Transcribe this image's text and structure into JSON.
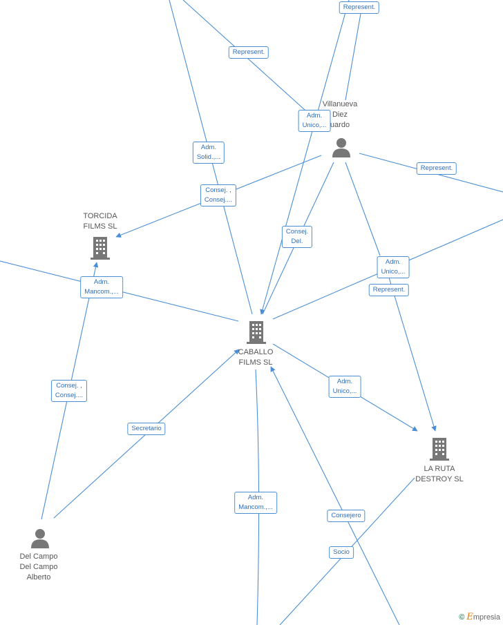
{
  "nodes": {
    "caballo": {
      "label_lines": [
        "CABALLO",
        "FILMS SL"
      ],
      "kind": "company"
    },
    "torcida": {
      "label_lines": [
        "TORCIDA",
        "FILMS SL"
      ],
      "kind": "company"
    },
    "laruta": {
      "label_lines": [
        "LA RUTA",
        "DESTROY  SL"
      ],
      "kind": "company"
    },
    "villanueva": {
      "label_lines": [
        "Villanueva",
        "Diez",
        "uardo"
      ],
      "kind": "person"
    },
    "delcampo": {
      "label_lines": [
        "Del Campo",
        "Del Campo",
        "Alberto"
      ],
      "kind": "person"
    }
  },
  "edge_labels": [
    {
      "id": "represent-top",
      "lines": [
        "Represent."
      ]
    },
    {
      "id": "represent-left",
      "lines": [
        "Represent."
      ]
    },
    {
      "id": "adm-unico-1",
      "lines": [
        "Adm.",
        "Unico,..."
      ]
    },
    {
      "id": "adm-solid",
      "lines": [
        "Adm.",
        "Solid.,..."
      ]
    },
    {
      "id": "represent-right",
      "lines": [
        "Represent."
      ]
    },
    {
      "id": "consej-consej-1",
      "lines": [
        "Consej. ,",
        "Consej...."
      ]
    },
    {
      "id": "consej-del",
      "lines": [
        "Consej.",
        "Del."
      ]
    },
    {
      "id": "adm-unico-2",
      "lines": [
        "Adm.",
        "Unico,..."
      ]
    },
    {
      "id": "represent-mid",
      "lines": [
        "Represent."
      ]
    },
    {
      "id": "adm-mancom-1",
      "lines": [
        "Adm.",
        "Mancom.,..."
      ]
    },
    {
      "id": "adm-unico-3",
      "lines": [
        "Adm.",
        "Unico,..."
      ]
    },
    {
      "id": "consej-consej-2",
      "lines": [
        "Consej. ,",
        "Consej...."
      ]
    },
    {
      "id": "secretario",
      "lines": [
        "Secretario"
      ]
    },
    {
      "id": "adm-mancom-2",
      "lines": [
        "Adm.",
        "Mancom.,..."
      ]
    },
    {
      "id": "consejero",
      "lines": [
        "Consejero"
      ]
    },
    {
      "id": "socio",
      "lines": [
        "Socio"
      ]
    }
  ],
  "brand": {
    "copyright": "©",
    "name_initial": "E",
    "name_rest": "mpresia"
  },
  "colors": {
    "edge": "#4a8fd6",
    "icon": "#777777",
    "label_text": "#2f6fbd"
  }
}
